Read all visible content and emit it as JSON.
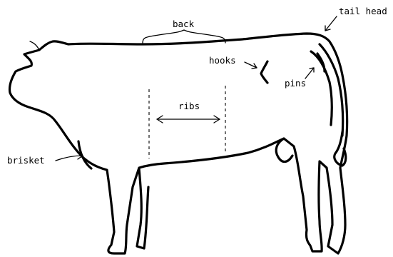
{
  "labels": {
    "back": "back",
    "tail_head": "tail head",
    "hooks": "hooks",
    "pins": "pins",
    "ribs": "ribs",
    "brisket": "brisket"
  }
}
